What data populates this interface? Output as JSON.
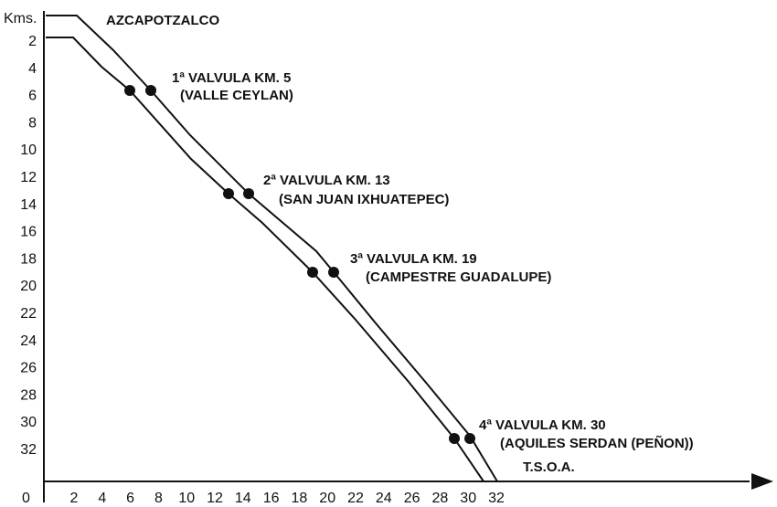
{
  "diagram": {
    "units_label": "Kms.",
    "origin_label": "0",
    "start_label": "AZCAPOTZALCO",
    "end_label": "T.S.O.A.",
    "y_ticks": [
      "2",
      "4",
      "6",
      "8",
      "10",
      "12",
      "14",
      "16",
      "18",
      "20",
      "22",
      "24",
      "26",
      "28",
      "30",
      "32"
    ],
    "x_ticks": [
      "2",
      "4",
      "6",
      "8",
      "10",
      "12",
      "14",
      "16",
      "18",
      "20",
      "22",
      "24",
      "26",
      "28",
      "30",
      "32"
    ],
    "valves": [
      {
        "label": "1ª VALVULA KM. 5",
        "place": "(VALLE CEYLAN)"
      },
      {
        "label": "2ª VALVULA KM. 13",
        "place": "(SAN JUAN IXHUATEPEC)"
      },
      {
        "label": "3ª VALVULA KM. 19",
        "place": "(CAMPESTRE GUADALUPE)"
      },
      {
        "label": "4ª VALVULA KM. 30",
        "place": "(AQUILES SERDAN (PEÑON))"
      }
    ],
    "colors": {
      "ink": "#111111",
      "background": "#ffffff"
    }
  }
}
